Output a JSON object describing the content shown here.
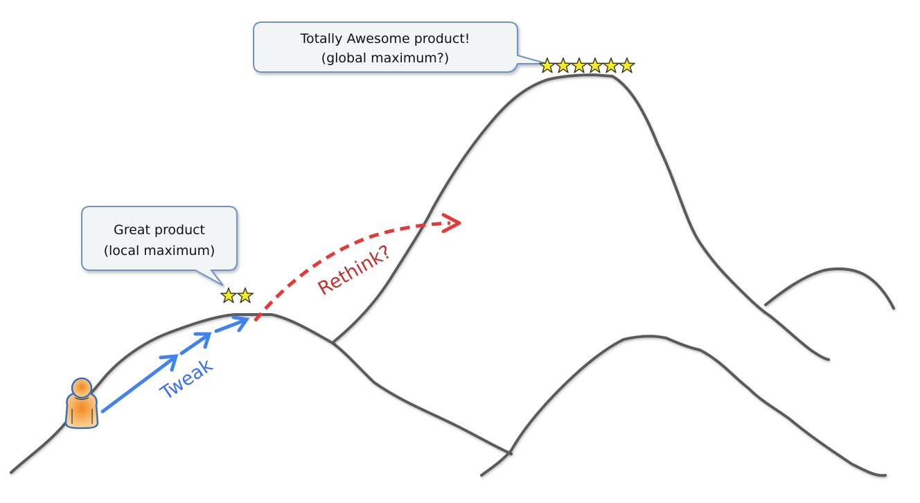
{
  "diagram": {
    "type": "local-vs-global-maximum",
    "global_bubble": {
      "line1": "Totally Awesome product!",
      "line2": "(global maximum?)",
      "stars": 6
    },
    "local_bubble": {
      "line1": "Great product",
      "line2": "(local maximum)",
      "stars": 2
    },
    "tweak": {
      "label": "Tweak",
      "color": "#3f82f0"
    },
    "rethink": {
      "label": "Rethink?",
      "color": "#e53935"
    },
    "person": {
      "icon": "person-icon",
      "color": "#f0a040",
      "outline": "#3a6fb8"
    },
    "colors": {
      "mountain_stroke": "#5a5a5a",
      "bubble_fill": "#f3f4f6",
      "bubble_border": "#6b94c4",
      "star_fill": "#f5ee1a"
    }
  }
}
